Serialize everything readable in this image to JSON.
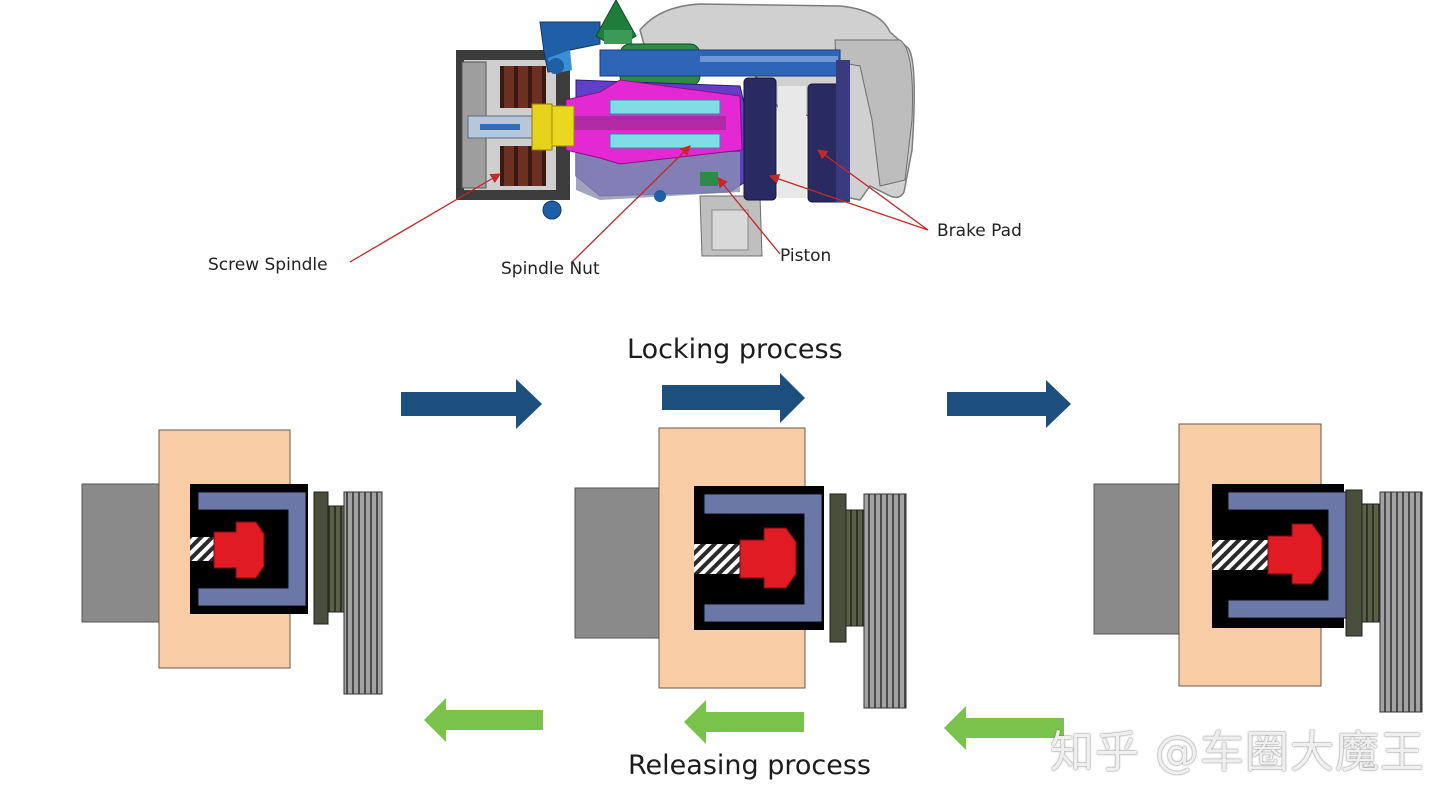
{
  "labels": {
    "screw_spindle": "Screw Spindle",
    "spindle_nut": "Spindle Nut",
    "piston": "Piston",
    "brake_pad": "Brake Pad",
    "locking_process": "Locking process",
    "releasing_process": "Releasing process"
  },
  "watermark": "知乎 @车圈大魔王",
  "colors": {
    "housing": "#f8ccA4",
    "motor_block": "#8a8a8a",
    "piston_frame": "#6b77a6",
    "nut": "#e01b24",
    "pad_dark": "#4a4f3c",
    "disc": "#9a9a9a",
    "lock_arrow": "#1c4f7d",
    "release_arrow": "#79c34a",
    "callout_line": "#c62828"
  },
  "icons": {
    "lock_arrows": "arrow-right-icon",
    "release_arrows": "arrow-left-icon"
  }
}
